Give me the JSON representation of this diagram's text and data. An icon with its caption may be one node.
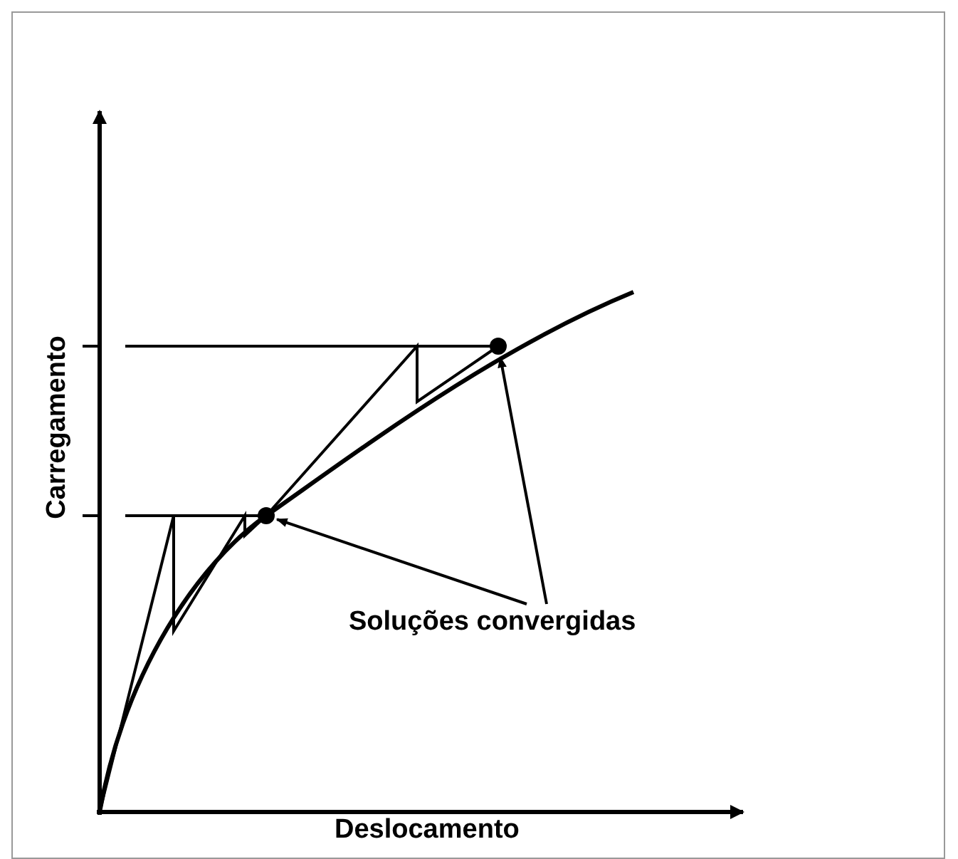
{
  "diagram": {
    "nodes": [
      {
        "text": [
          "Soluções convergidas"
        ]
      },
      {
        "text": [],
        "shape": "circle"
      },
      {
        "text": [],
        "shape": "circle"
      }
    ],
    "edges": [
      {
        "from": 0,
        "to": 1,
        "arrow": "to"
      },
      {
        "from": 0,
        "to": 2,
        "arrow": "to"
      }
    ],
    "labels": [
      "Carregamento",
      "Deslocamento"
    ]
  }
}
